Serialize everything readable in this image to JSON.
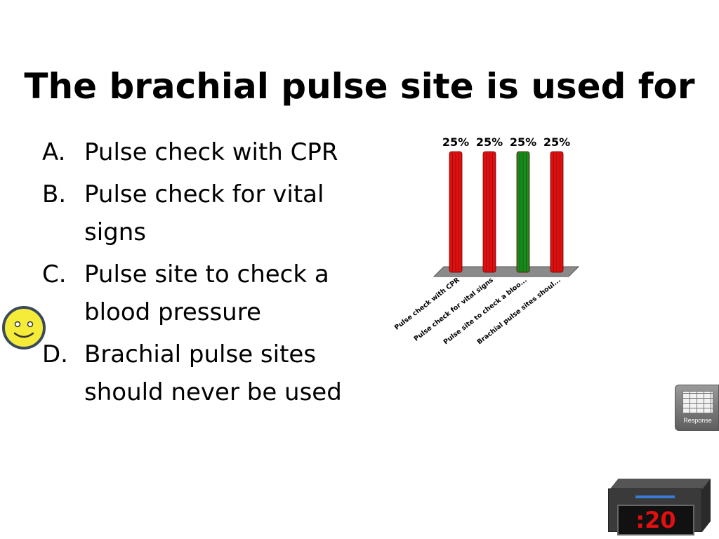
{
  "title": "The brachial pulse site is used for",
  "options": [
    {
      "letter": "A.",
      "text": "Pulse check with CPR"
    },
    {
      "letter": "B.",
      "text": "Pulse check for vital signs"
    },
    {
      "letter": "C.",
      "text": "Pulse site to check a blood pressure"
    },
    {
      "letter": "D.",
      "text": "Brachial pulse sites should never be used"
    }
  ],
  "chart_data": {
    "type": "bar",
    "categories": [
      "Pulse check with CPR",
      "Pulse check for vital signs",
      "Pulse site to check a bloo...",
      "Brachial pulse sites shoul..."
    ],
    "values": [
      25,
      25,
      25,
      25
    ],
    "data_labels": [
      "25%",
      "25%",
      "25%",
      "25%"
    ],
    "colors": [
      "#e01010",
      "#e01010",
      "#1a8a1a",
      "#e01010"
    ],
    "ylim": [
      0,
      25
    ],
    "grid": false
  },
  "response_button": {
    "label": "Response",
    "icon": "grid-icon"
  },
  "timer": {
    "value": ":20"
  },
  "colors": {
    "correct": "#1a8a1a",
    "incorrect": "#e01010"
  }
}
